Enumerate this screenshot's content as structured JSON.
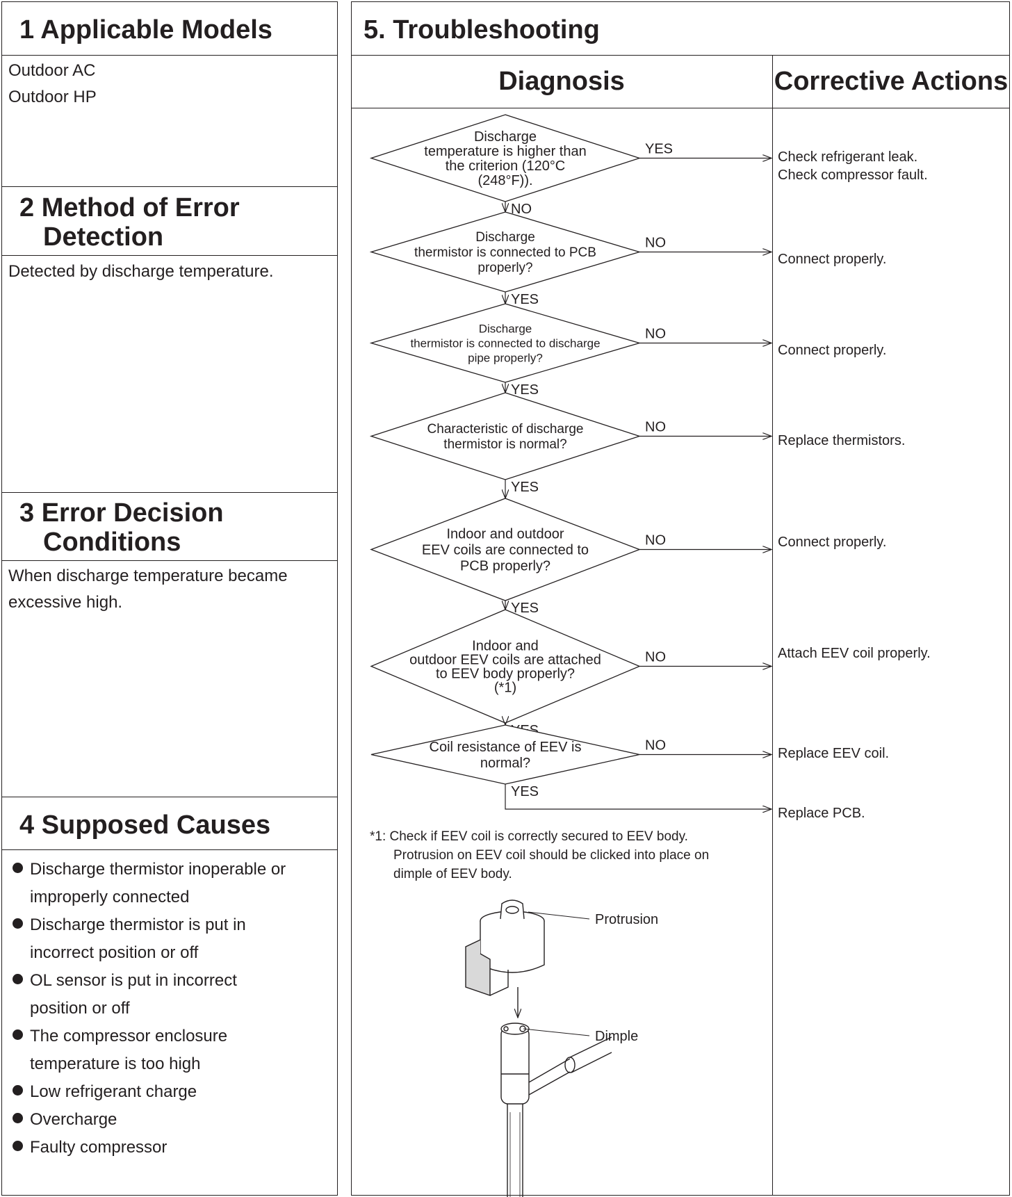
{
  "sections": {
    "applicable_models": {
      "title": "1 Applicable Models",
      "lines": [
        "Outdoor AC",
        "Outdoor HP"
      ]
    },
    "method_of_error_detection": {
      "title_line1": "2 Method of Error",
      "title_line2": "Detection",
      "text": "Detected by discharge temperature."
    },
    "error_decision_conditions": {
      "title_line1": "3 Error Decision",
      "title_line2": "Conditions",
      "line1": "When discharge temperature became",
      "line2": "excessive high."
    },
    "supposed_causes": {
      "title": "4 Supposed Causes",
      "items": [
        [
          "Discharge thermistor inoperable or",
          "improperly connected"
        ],
        [
          "Discharge thermistor is put in",
          "incorrect position or off"
        ],
        [
          "OL sensor is put in incorrect",
          "position or off"
        ],
        [
          "The compressor enclosure",
          "temperature is too high"
        ],
        [
          "Low refrigerant charge"
        ],
        [
          "Overcharge"
        ],
        [
          "Faulty compressor"
        ]
      ]
    }
  },
  "troubleshooting": {
    "title": "5. Troubleshooting",
    "diagnosis_header": "Diagnosis",
    "actions_header": "Corrective Actions",
    "steps": [
      {
        "question": [
          "Discharge",
          "temperature is higher than",
          "the criterion (120°C",
          "(248°F))."
        ],
        "branch_label": "YES",
        "next_label": "NO",
        "action": [
          "Check refrigerant leak.",
          "Check compressor fault."
        ]
      },
      {
        "question": [
          "Discharge",
          "thermistor is connected to PCB",
          "properly?"
        ],
        "branch_label": "NO",
        "next_label": "YES",
        "action": [
          "Connect properly."
        ]
      },
      {
        "question": [
          "Discharge",
          "thermistor is connected to discharge",
          "pipe properly?"
        ],
        "branch_label": "NO",
        "next_label": "YES",
        "action": [
          "Connect properly."
        ]
      },
      {
        "question": [
          "Characteristic of discharge",
          "thermistor is normal?"
        ],
        "branch_label": "NO",
        "next_label": "YES",
        "action": [
          "Replace thermistors."
        ]
      },
      {
        "question": [
          "Indoor and outdoor",
          "EEV coils are connected to",
          "PCB properly?"
        ],
        "branch_label": "NO",
        "next_label": "YES",
        "action": [
          "Connect properly."
        ]
      },
      {
        "question": [
          "Indoor and",
          "outdoor EEV coils are attached",
          "to EEV body properly?",
          "(*1)"
        ],
        "branch_label": "NO",
        "next_label": "YES",
        "action": [
          "Attach EEV coil properly."
        ]
      },
      {
        "question": [
          "Coil resistance of EEV is",
          "normal?"
        ],
        "branch_label": "NO",
        "next_label": "YES",
        "action": [
          "Replace EEV coil."
        ]
      }
    ],
    "final_action": "Replace PCB.",
    "footnote": [
      "*1: Check if EEV coil is correctly secured to EEV body.",
      "Protrusion on EEV coil should be clicked into place on",
      "dimple of EEV body."
    ],
    "illustration_labels": {
      "protrusion": "Protrusion",
      "dimple": "Dimple"
    }
  }
}
